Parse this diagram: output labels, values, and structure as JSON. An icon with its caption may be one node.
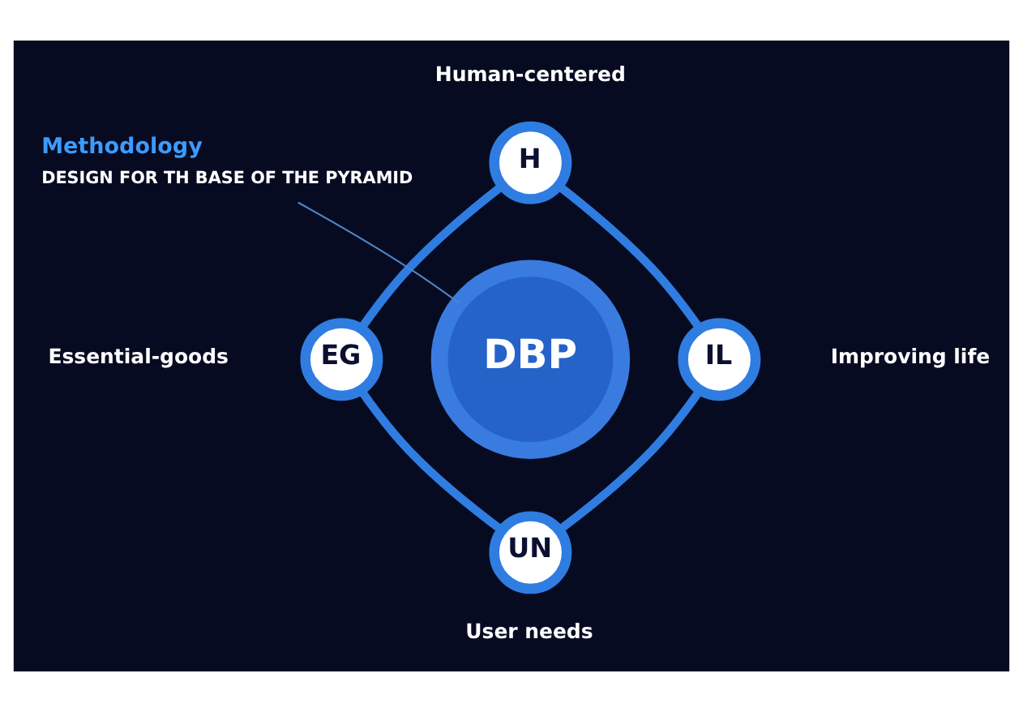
{
  "diagram": {
    "nodes": [
      {
        "text": [
          "H"
        ],
        "beside": [
          "Human-centered"
        ]
      },
      {
        "text": [
          "EG"
        ],
        "beside": [
          "Essential-goods"
        ]
      },
      {
        "text": [
          "DBP"
        ]
      },
      {
        "text": [
          "IL"
        ],
        "beside": [
          "Improving life"
        ]
      },
      {
        "text": [
          "UN"
        ],
        "beside": [
          "User needs"
        ]
      },
      {
        "text": [
          "Methodology",
          "DESIGN FOR TH BASE OF THE PYRAMID"
        ]
      }
    ],
    "edges": [
      {
        "from": 0,
        "to": 3,
        "arrow": "none"
      },
      {
        "from": 3,
        "to": 4,
        "arrow": "none"
      },
      {
        "from": 4,
        "to": 1,
        "arrow": "none"
      },
      {
        "from": 1,
        "to": 0,
        "arrow": "none"
      },
      {
        "from": 5,
        "to": 2,
        "arrow": "none",
        "color": "#4f86c6"
      }
    ]
  }
}
